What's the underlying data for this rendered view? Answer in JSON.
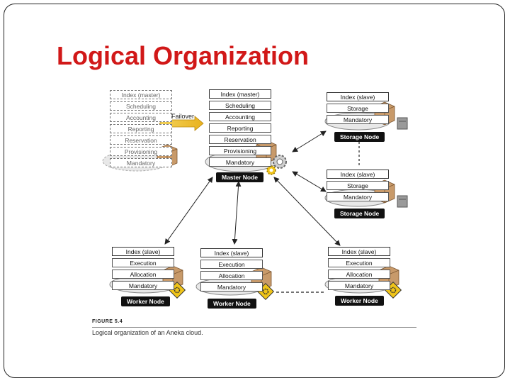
{
  "slide": {
    "title": "Logical Organization"
  },
  "figure": {
    "label": "FIGURE 5.4",
    "caption": "Logical organization of an Aneka cloud.",
    "failover": "Failover",
    "standby_node": {
      "index": "Index (master)",
      "services": [
        "Scheduling",
        "Accounting",
        "Reporting",
        "Reservation",
        "Provisioning",
        "Mandatory"
      ]
    },
    "master_node": {
      "label": "Master Node",
      "index": "Index (master)",
      "services": [
        "Scheduling",
        "Accounting",
        "Reporting",
        "Reservation",
        "Provisioning",
        "Mandatory"
      ]
    },
    "storage_nodes": [
      {
        "label": "Storage Node",
        "index": "Index (slave)",
        "services": [
          "Storage",
          "Mandatory"
        ]
      },
      {
        "label": "Storage Node",
        "index": "Index (slave)",
        "services": [
          "Storage",
          "Mandatory"
        ]
      }
    ],
    "worker_nodes": [
      {
        "label": "Worker Node",
        "index": "Index (slave)",
        "services": [
          "Execution",
          "Allocation",
          "Mandatory"
        ]
      },
      {
        "label": "Worker Node",
        "index": "Index (slave)",
        "services": [
          "Execution",
          "Allocation",
          "Mandatory"
        ]
      },
      {
        "label": "Worker Node",
        "index": "Index (slave)",
        "services": [
          "Execution",
          "Allocation",
          "Mandatory"
        ]
      }
    ]
  }
}
